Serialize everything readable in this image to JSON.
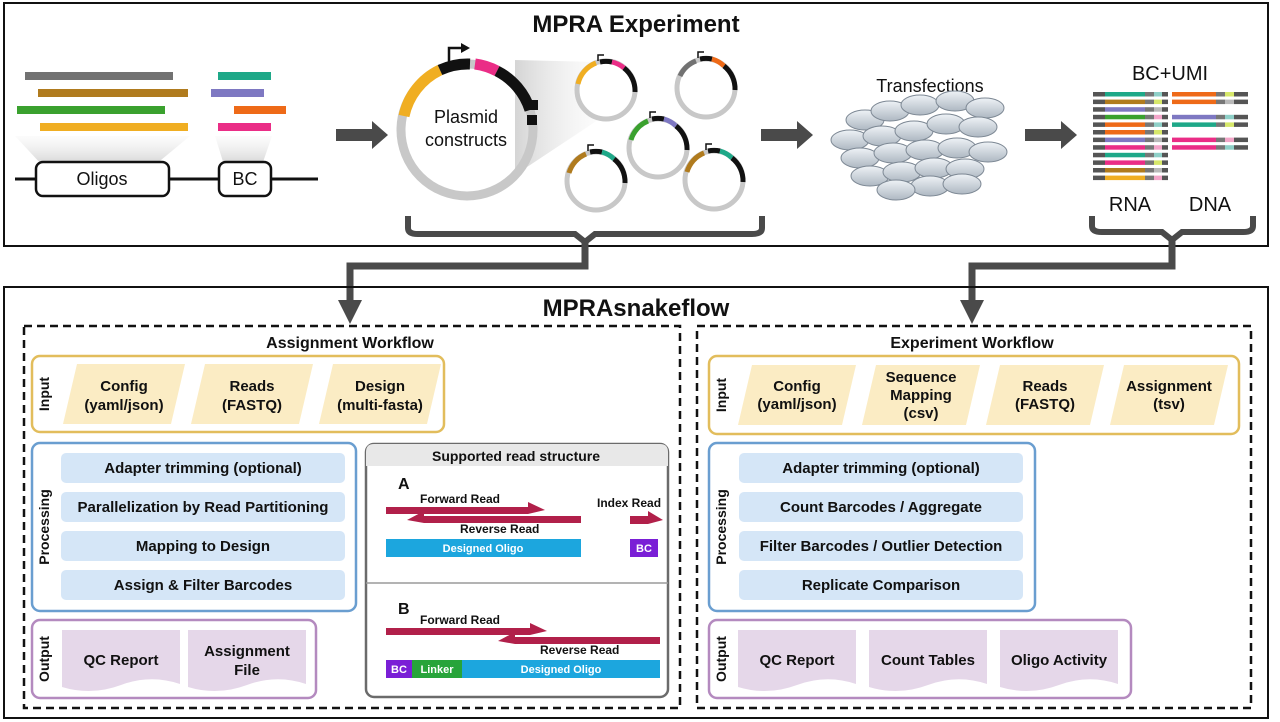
{
  "top": {
    "title": "MPRA Experiment",
    "oligos_label": "Oligos",
    "bc_label": "BC",
    "plasmid_label": [
      "Plasmid",
      "constructs"
    ],
    "transfections_label": "Transfections",
    "bc_umi_label": "BC+UMI",
    "rna_label": "RNA",
    "dna_label": "DNA"
  },
  "bottom": {
    "title": "MPRAsnakeflow",
    "assignment": {
      "title": "Assignment Workflow",
      "input_label": "Input",
      "inputs": [
        {
          "l1": "Config",
          "l2": "(yaml/json)"
        },
        {
          "l1": "Reads",
          "l2": "(FASTQ)"
        },
        {
          "l1": "Design",
          "l2": "(multi-fasta)"
        }
      ],
      "processing_label": "Processing",
      "steps": [
        "Adapter trimming (optional)",
        "Parallelization by Read Partitioning",
        "Mapping to Design",
        "Assign & Filter Barcodes"
      ],
      "output_label": "Output",
      "outputs": [
        {
          "l1": "QC Report",
          "l2": ""
        },
        {
          "l1": "Assignment",
          "l2": "File"
        }
      ],
      "read_structure": {
        "title": "Supported read structure",
        "a": {
          "letter": "A",
          "forward": "Forward Read",
          "reverse": "Reverse Read",
          "index": "Index Read",
          "oligo": "Designed Oligo",
          "bc": "BC"
        },
        "b": {
          "letter": "B",
          "forward": "Forward Read",
          "reverse": "Reverse Read",
          "bc": "BC",
          "linker": "Linker",
          "oligo": "Designed Oligo"
        }
      }
    },
    "experiment": {
      "title": "Experiment Workflow",
      "input_label": "Input",
      "inputs": [
        {
          "lines": [
            "Config",
            "(yaml/json)"
          ]
        },
        {
          "lines": [
            "Sequence",
            "Mapping",
            "(csv)"
          ]
        },
        {
          "lines": [
            "Reads",
            "(FASTQ)"
          ]
        },
        {
          "lines": [
            "Assignment",
            "(tsv)"
          ]
        }
      ],
      "processing_label": "Processing",
      "steps": [
        "Adapter trimming (optional)",
        "Count Barcodes / Aggregate",
        "Filter Barcodes / Outlier Detection",
        "Replicate Comparison"
      ],
      "output_label": "Output",
      "outputs": [
        "QC Report",
        "Count Tables",
        "Oligo Activity"
      ]
    }
  },
  "colors": {
    "input_fill": "#fbecc4",
    "input_border": "#e2bd5c",
    "proc_fill": "#d5e6f7",
    "proc_border": "#6a9ed0",
    "output_fill": "#e5d7e9",
    "output_border": "#b48abf",
    "read": "#b1204a",
    "oligo": "#1ca6de",
    "bc": "#7a1fd6",
    "linker": "#27a43a"
  }
}
